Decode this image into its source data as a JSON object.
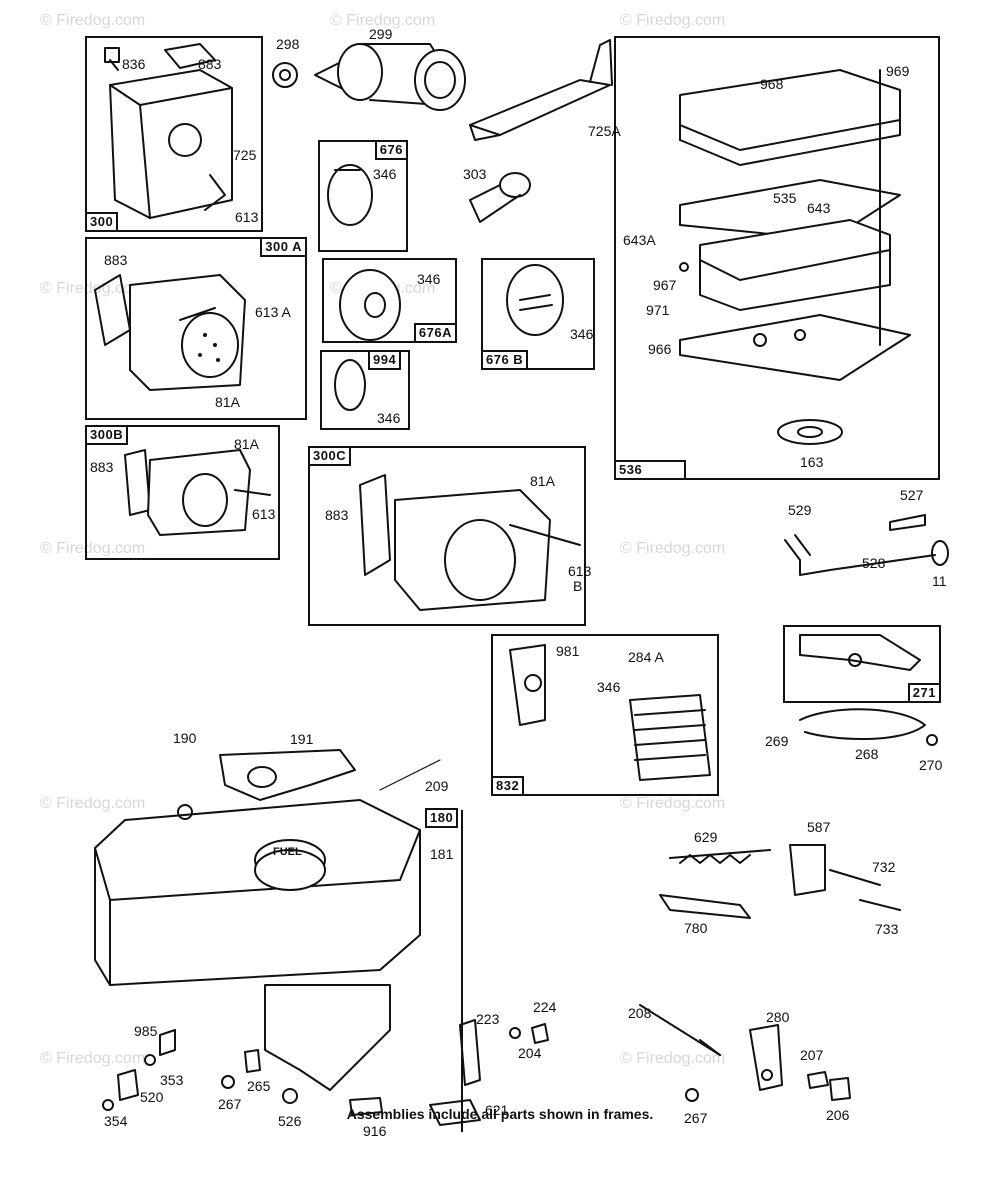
{
  "caption": "Assemblies include all parts shown in frames.",
  "watermark": "© Firedog.com",
  "frames": {
    "f300": "300",
    "f300a": "300 A",
    "f300b": "300B",
    "f300c": "300C",
    "f676": "676",
    "f676a": "676A",
    "f676b": "676 B",
    "f994": "994",
    "f536": "536",
    "f832": "832",
    "f271": "271",
    "f180": "180"
  },
  "parts": {
    "p836": "836",
    "p883a": "883",
    "p725": "725",
    "p613a": "613",
    "p298": "298",
    "p299": "299",
    "p725a": "725A",
    "p968": "968",
    "p969": "969",
    "p535": "535",
    "p643": "643",
    "p643a": "643A",
    "p967": "967",
    "p971": "971",
    "p966": "966",
    "p163": "163",
    "p676_346": "346",
    "p303": "303",
    "p883b": "883",
    "p613b": "613 A",
    "p81a_a": "81A",
    "p346b": "346",
    "p346c": "346",
    "p346d": "346",
    "p883c": "883",
    "p81a_b": "81A",
    "p613c": "613",
    "p883d": "883",
    "p81a_c": "81A",
    "p613d": "613",
    "p613d_b": "B",
    "p529": "529",
    "p527": "527",
    "p528": "528",
    "p11": "11",
    "p981": "981",
    "p284a": "284 A",
    "p346e": "346",
    "p269": "269",
    "p268": "268",
    "p270": "270",
    "p190": "190",
    "p191": "191",
    "p209": "209",
    "p181": "181",
    "p629": "629",
    "p587": "587",
    "p732": "732",
    "p780": "780",
    "p733": "733",
    "p223": "223",
    "p224": "224",
    "p204": "204",
    "p208": "208",
    "p280": "280",
    "p207": "207",
    "p267a": "267",
    "p206": "206",
    "p985": "985",
    "p353": "353",
    "p520": "520",
    "p354": "354",
    "p265": "265",
    "p267b": "267",
    "p526": "526",
    "p916": "916",
    "p621": "621",
    "fuel": "FUEL"
  }
}
